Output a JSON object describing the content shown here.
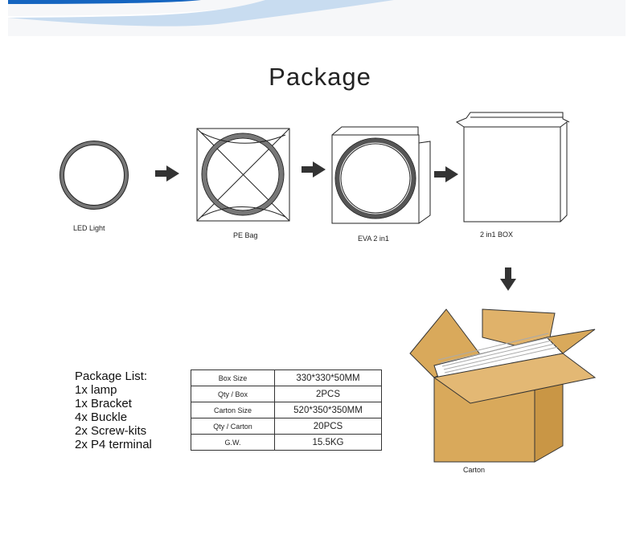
{
  "title": "Package",
  "steps": [
    {
      "label": "LED Light"
    },
    {
      "label": "PE Bag"
    },
    {
      "label": "EVA  2 in1"
    },
    {
      "label": "2 in1  BOX"
    }
  ],
  "carton_label": "Carton",
  "package_list": {
    "heading": "Package List:",
    "items": [
      "1x lamp",
      "1x Bracket",
      "4x Buckle",
      "2x Screw-kits",
      "2x P4 terminal"
    ]
  },
  "specs": [
    {
      "name": "Box Size",
      "value": "330*330*50MM"
    },
    {
      "name": "Qty / Box",
      "value": "2PCS"
    },
    {
      "name": "Carton Size",
      "value": "520*350*350MM"
    },
    {
      "name": "Qty / Carton",
      "value": "20PCS"
    },
    {
      "name": "G.W.",
      "value": "15.5KG"
    }
  ],
  "colors": {
    "banner_blue": "#1565c0",
    "cardboard": "#d9a95b",
    "arrow": "#333333"
  }
}
